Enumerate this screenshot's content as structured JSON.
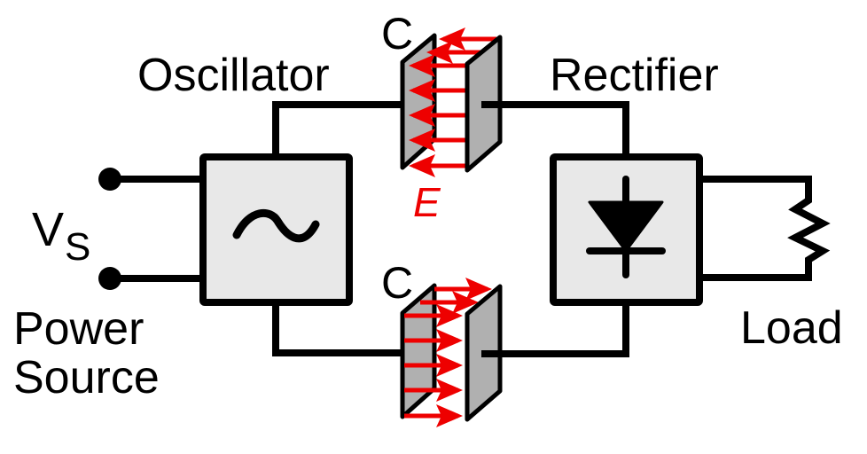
{
  "title": "Capacitive power transfer system",
  "colors": {
    "wire": "#000000",
    "block_fill": "#e8e8e8",
    "plate_fill": "#b0b0b0",
    "field": "#ee0000",
    "background": "#ffffff"
  },
  "labels": {
    "oscillator": "Oscillator",
    "rectifier": "Rectifier",
    "source_symbol": "V",
    "source_subscript": "S",
    "power": "Power",
    "source": "Source",
    "load": "Load",
    "capacitor_top": "C",
    "capacitor_bottom": "C",
    "field": "E"
  },
  "components": [
    {
      "id": "power-source",
      "type": "voltage-terminals",
      "icon": "terminal-dot-icon"
    },
    {
      "id": "oscillator",
      "type": "block",
      "icon": "sine-wave-icon"
    },
    {
      "id": "capacitor-top",
      "type": "parallel-plate-capacitor",
      "field_direction": "right-to-left",
      "field_arrows": 7
    },
    {
      "id": "capacitor-bottom",
      "type": "parallel-plate-capacitor",
      "field_direction": "left-to-right",
      "field_arrows": 7
    },
    {
      "id": "rectifier",
      "type": "block",
      "icon": "diode-icon"
    },
    {
      "id": "load",
      "type": "resistor",
      "icon": "resistor-zigzag-icon"
    }
  ]
}
